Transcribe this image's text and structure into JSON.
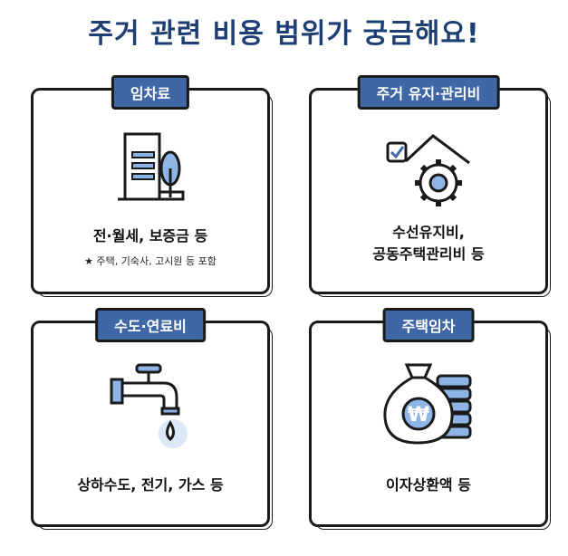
{
  "title": {
    "part1": "주거 관련 비용 범위",
    "part2": "가 궁금해요!"
  },
  "cards": [
    {
      "tag": "임차료",
      "main": "전·월세, 보증금 등",
      "sub": "★ 주택, 기숙사, 고시원 등 포함",
      "icon": "building-tree-icon"
    },
    {
      "tag": "주거 유지·관리비",
      "main_line1": "수선유지비,",
      "main_line2": "공동주택관리비 등",
      "icon": "house-gear-icon"
    },
    {
      "tag": "수도·연료비",
      "main": "상하수도, 전기, 가스 등",
      "icon": "water-faucet-icon"
    },
    {
      "tag": "주택임차",
      "main": "이자상환액 등",
      "icon": "money-bag-icon"
    }
  ],
  "colors": {
    "accent": "#3f67a5",
    "title": "#1e3f73",
    "icon_fill": "#8fb4e6"
  }
}
